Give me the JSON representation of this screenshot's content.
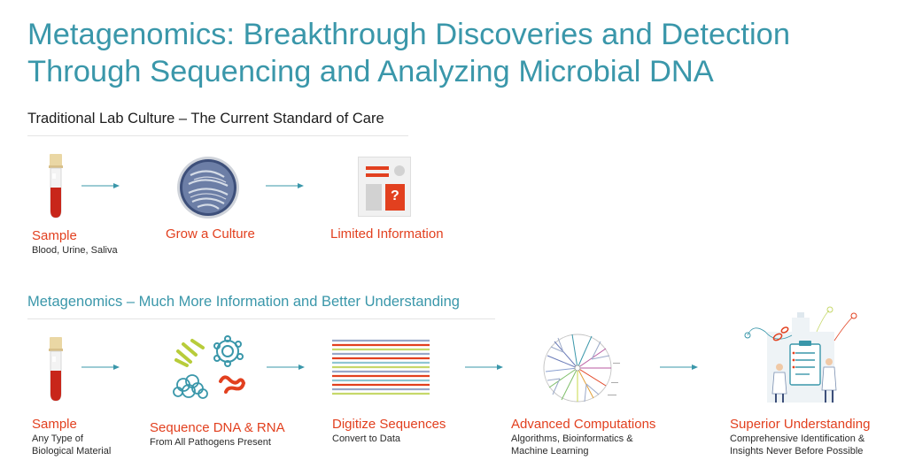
{
  "title_line1": "Metagenomics: Breakthrough Discoveries and Detection",
  "title_line2": "Through Sequencing and Analyzing Microbial DNA",
  "traditional": {
    "heading": "Traditional Lab Culture – The Current Standard of Care",
    "steps": [
      {
        "label": "Sample",
        "sub": "Blood, Urine, Saliva"
      },
      {
        "label": "Grow a Culture"
      },
      {
        "label": "Limited Information"
      }
    ],
    "question_mark": "?"
  },
  "metagenomics": {
    "heading": "Metagenomics – Much More Information and Better Understanding",
    "steps": [
      {
        "label": "Sample",
        "sub1": "Any Type of",
        "sub2": "Biological Material"
      },
      {
        "label": "Sequence DNA & RNA",
        "sub1": "From All Pathogens Present"
      },
      {
        "label": "Digitize Sequences",
        "sub1": "Convert to Data"
      },
      {
        "label": "Advanced Computations",
        "sub1": "Algorithms, Bioinformatics &",
        "sub2": "Machine Learning"
      },
      {
        "label": "Superior Understanding",
        "sub1": "Comprehensive Identification &",
        "sub2": "Insights Never Before Possible"
      }
    ]
  },
  "colors": {
    "title": "#3a97aa",
    "accent_red": "#e2401f",
    "arrow": "#3a97aa"
  }
}
